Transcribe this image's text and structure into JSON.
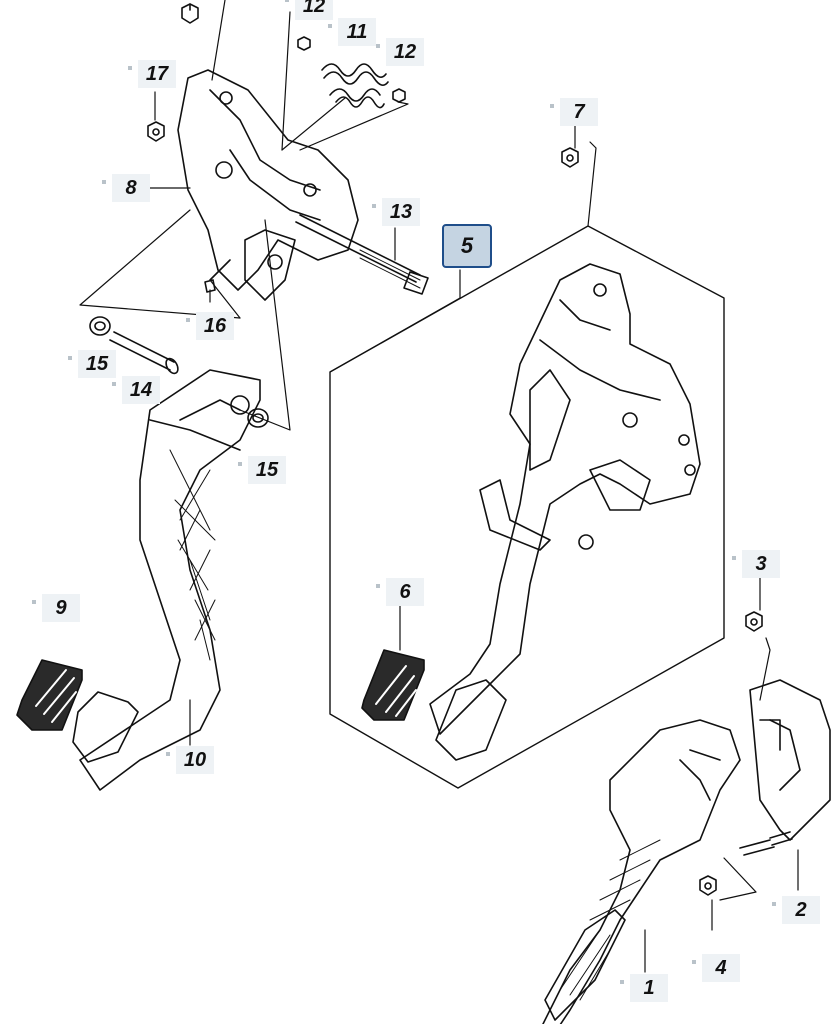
{
  "labels": {
    "l1": "1",
    "l2": "2",
    "l3": "3",
    "l4": "4",
    "l5": "5",
    "l6": "6",
    "l7": "7",
    "l8": "8",
    "l9": "9",
    "l10": "10",
    "l11": "11",
    "l12a": "12",
    "l12b": "12",
    "l13": "13",
    "l14": "14",
    "l15a": "15",
    "l15b": "15",
    "l16": "16",
    "l17": "17"
  },
  "selected_label": "5",
  "colors": {
    "label_bg": "#eef2f5",
    "selected_bg": "#c5d4e2",
    "selected_border": "#1f4e8a",
    "line": "#111111"
  }
}
